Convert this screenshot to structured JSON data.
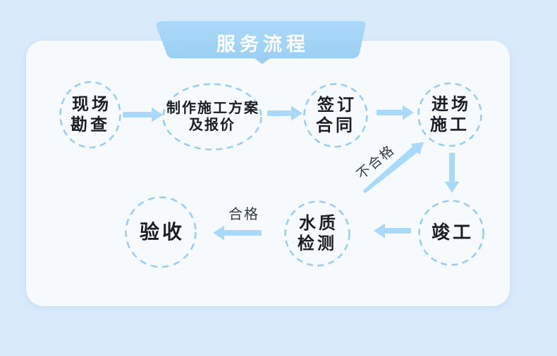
{
  "header": {
    "title": "服务流程"
  },
  "flow": {
    "nodes": [
      {
        "id": "site-survey",
        "label": "现场\n勘查"
      },
      {
        "id": "plan-and-quote",
        "label": "制作施工方案\n及报价"
      },
      {
        "id": "sign-contract",
        "label": "签订\n合同"
      },
      {
        "id": "enter-construction",
        "label": "进场\n施工"
      },
      {
        "id": "completion",
        "label": "竣工"
      },
      {
        "id": "water-quality-test",
        "label": "水质\n检测"
      },
      {
        "id": "acceptance",
        "label": "验收"
      }
    ],
    "edge_labels": {
      "pass": "合格",
      "fail": "不合格"
    }
  },
  "colors": {
    "page_background": "#d9eafb",
    "card_background": "#f6fafd",
    "banner_blue": "#9fd2f5",
    "arrow_blue": "#a9d8f8",
    "dashed_border_blue": "#9ccdf2",
    "node_text": "#1c1e24",
    "edge_label_text": "#383d44",
    "banner_text": "#ffffff"
  }
}
